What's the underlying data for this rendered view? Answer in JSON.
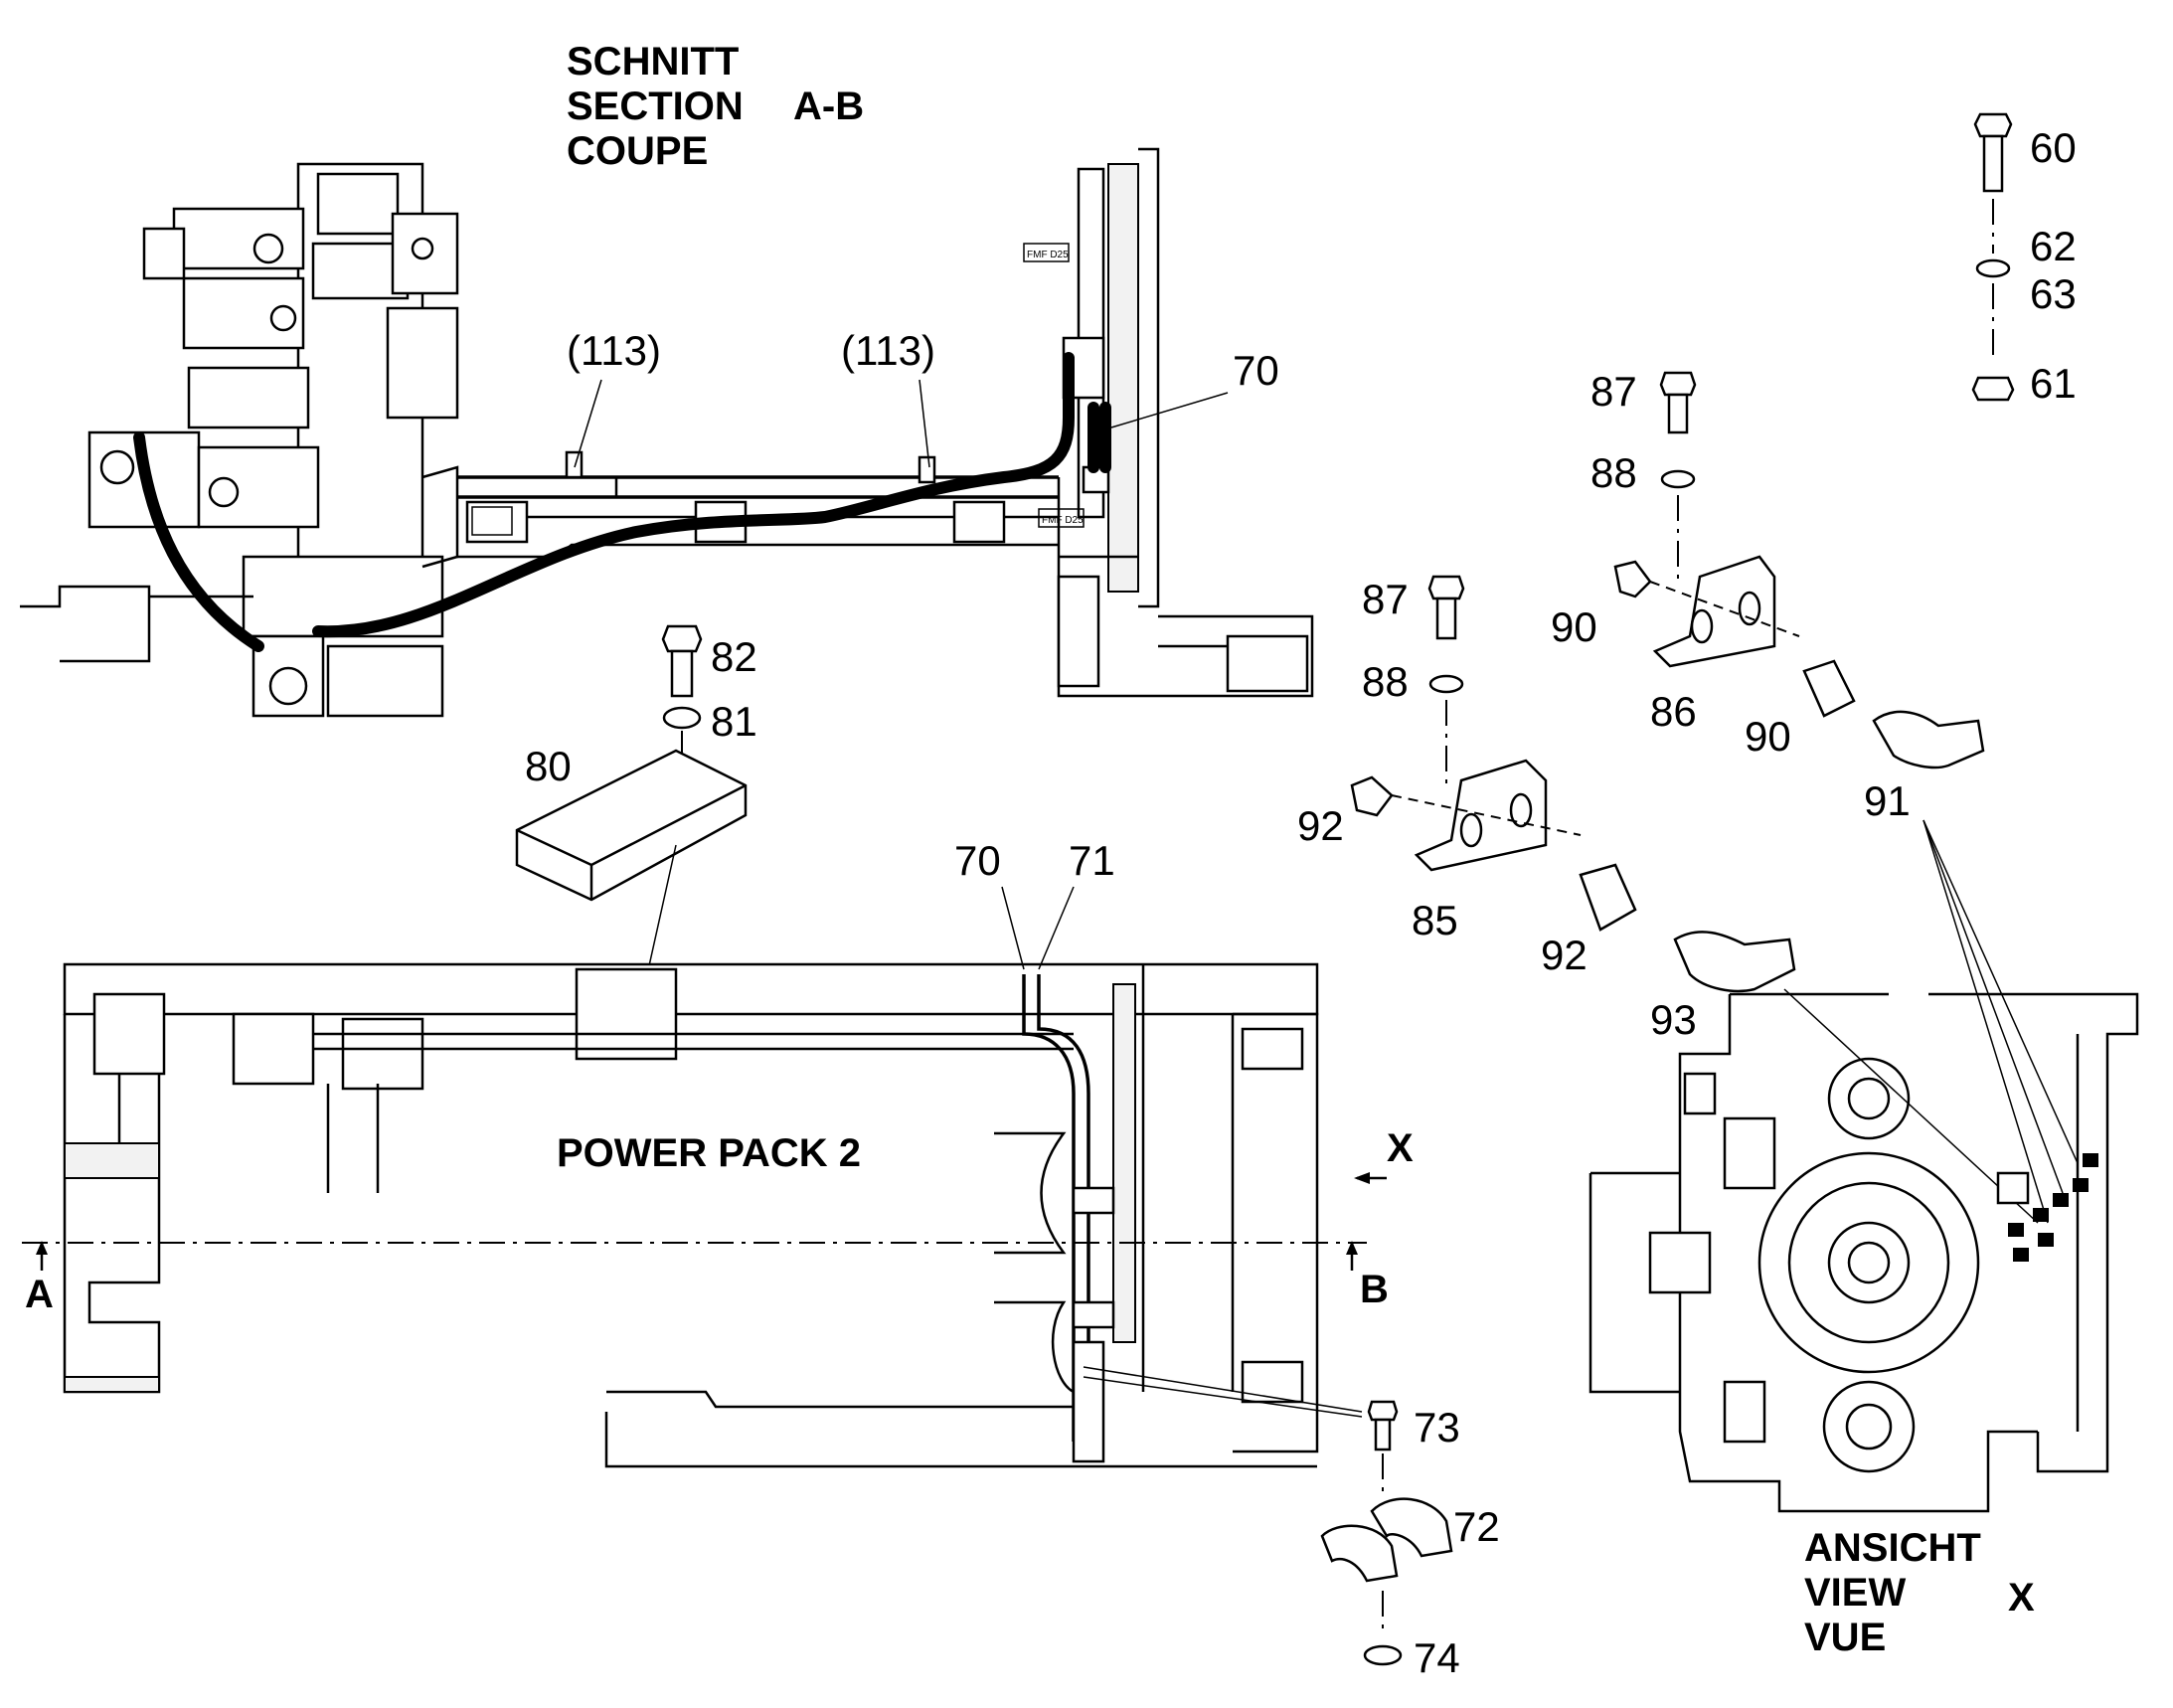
{
  "section": {
    "line1": "SCHNITT",
    "line2": "SECTION",
    "line3": "COUPE",
    "id": "A-B"
  },
  "view": {
    "line1": "ANSICHT",
    "line2": "VIEW",
    "line3": "VUE",
    "id": "X"
  },
  "power_pack_title": "POWER PACK 2",
  "markers": {
    "a": "A",
    "b": "B",
    "x": "X"
  },
  "small_tags": {
    "tag1": "FMF D25",
    "tag2": "FMF D25"
  },
  "callouts": {
    "c113a": "(113)",
    "c113b": "(113)",
    "c70top": "70",
    "c60": "60",
    "c62": "62",
    "c63": "63",
    "c61": "61",
    "c87a": "87",
    "c88a": "88",
    "c90a": "90",
    "c86": "86",
    "c90b": "90",
    "c91": "91",
    "c87b": "87",
    "c88b": "88",
    "c92a": "92",
    "c85": "85",
    "c92b": "92",
    "c93": "93",
    "c82": "82",
    "c81": "81",
    "c80": "80",
    "c70": "70",
    "c71": "71",
    "c73": "73",
    "c72": "72",
    "c74": "74"
  }
}
